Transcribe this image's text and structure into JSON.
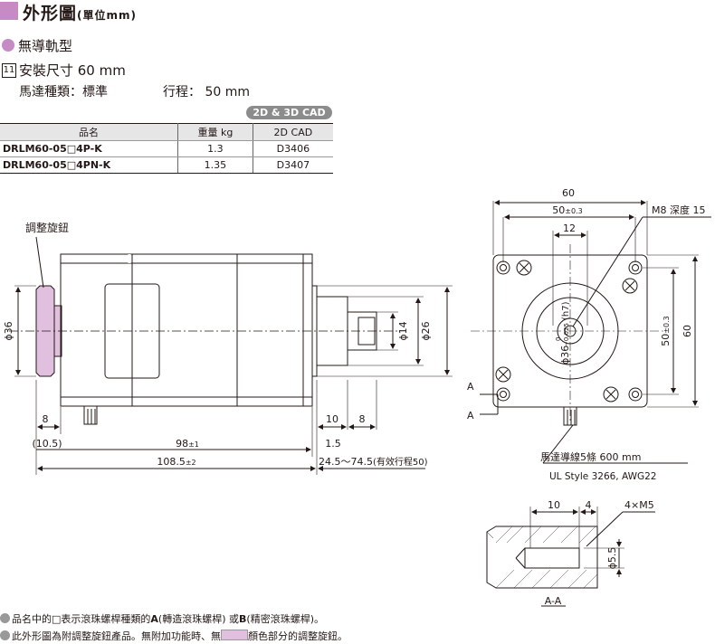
{
  "header": {
    "title": "外形圖",
    "unit": "(單位mm)",
    "type_label": "無導軌型",
    "frame_size_badge": "11",
    "frame_size_label": "安裝尺寸 60 mm",
    "motor_type_label": "馬達種類：標準",
    "stroke_label": "行程： 50 mm",
    "cad_badge": "2D & 3D CAD"
  },
  "table": {
    "headers": [
      "品名",
      "重量 kg",
      "2D CAD"
    ],
    "rows": [
      {
        "model": "DRLM60-05□4P-K",
        "weight": "1.3",
        "cad": "D3406"
      },
      {
        "model": "DRLM60-05□4PN-K",
        "weight": "1.35",
        "cad": "D3407"
      }
    ]
  },
  "drawing": {
    "knob_label": "調整旋鈕",
    "dim_knob_dia": "ϕ36",
    "dim_8_left": "8",
    "dim_10_5": "(10.5)",
    "dim_98": "98",
    "dim_98_tol": "±1",
    "dim_108_5": "108.5",
    "dim_108_5_tol": "±2",
    "dim_10_top": "10",
    "dim_8_top": "8",
    "dim_1_5": "1.5",
    "dim_stroke_range": "24.5～74.5",
    "dim_effective_stroke": "(有效行程50)",
    "dim_phi14": "ϕ14",
    "dim_phi26": "ϕ26",
    "dim_phi36_h7": "ϕ36",
    "dim_phi36_tol_upper": "0",
    "dim_phi36_tol_lower": "−0.025",
    "dim_phi36_h7_suffix": "(h7)",
    "front_60": "60",
    "front_50": "50",
    "front_50_tol": "±0.3",
    "front_12": "12",
    "front_m8": "M8 深度 15",
    "front_50_vert": "50",
    "front_50_vert_tol": "±0.3",
    "front_60_vert": "60",
    "section_mark_a": "A",
    "lead_label": "馬達導線5條 600 mm",
    "lead_style": "UL Style 3266, AWG22",
    "section_10": "10",
    "section_4": "4",
    "section_m5": "4×M5",
    "section_phi5_5": "ϕ5.5",
    "section_title": "A-A"
  },
  "notes": {
    "note1_a": "品名中的□表示滾珠螺桿種類的",
    "note1_b": "A",
    "note1_c": "(轉造滾珠螺桿) 或",
    "note1_d": "B",
    "note1_e": "(精密滾珠螺桿)。",
    "note2_a": "此外形圖為附調整旋鈕產品。無附加功能時、無",
    "note2_b": "顏色部分的調整旋鈕。"
  },
  "colors": {
    "accent": "#c68ac4",
    "knob_fill": "#e1bfdf",
    "line": "#231815"
  }
}
